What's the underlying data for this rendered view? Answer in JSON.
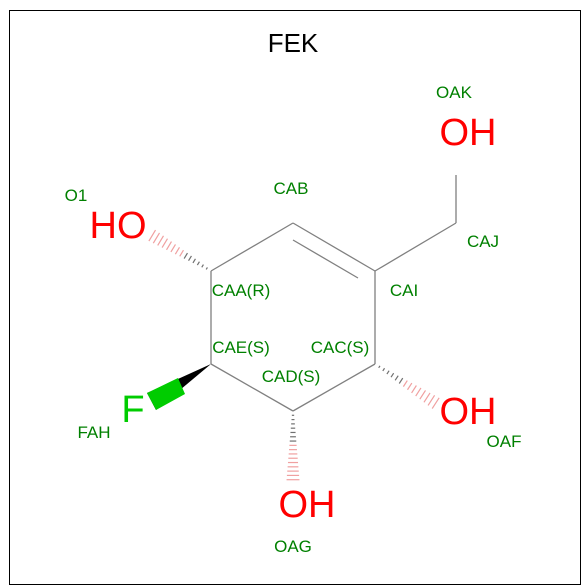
{
  "title": "FEK",
  "colors": {
    "bond": "#808080",
    "oxygen": "#ff0000",
    "fluorine": "#00cc00",
    "atom_label": "#008000",
    "hash_oxygen": "#f0a0a0",
    "hash_carbon": "#707070"
  },
  "heteroatoms": {
    "oh_top": "OH",
    "ho_left": "HO",
    "oh_right": "OH",
    "oh_bottom": "OH",
    "f": "F"
  },
  "atom_names": {
    "oak": "OAK",
    "cab": "CAB",
    "o1": "O1",
    "caj": "CAJ",
    "caa": "CAA(R)",
    "cai": "CAI",
    "cae": "CAE(S)",
    "cac": "CAC(S)",
    "cad": "CAD(S)",
    "fah": "FAH",
    "oaf": "OAF",
    "oag": "OAG"
  }
}
